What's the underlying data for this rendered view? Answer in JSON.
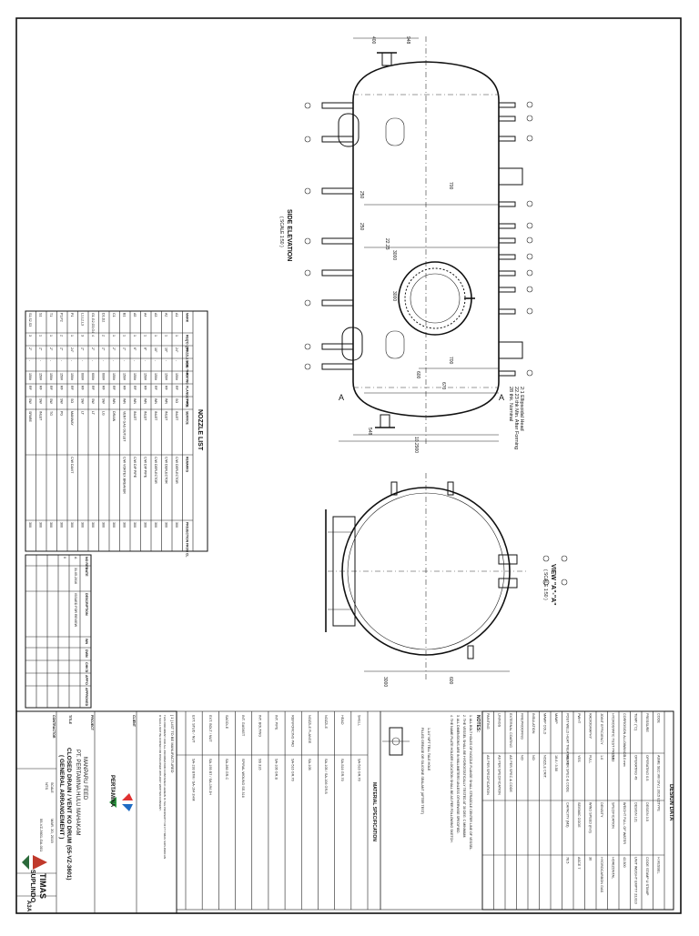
{
  "views": {
    "side_elevation": "SIDE ELEVATION",
    "side_scale": "( SCALE 1:50 )",
    "view_aa": "VIEW \"A\"-\"A\"",
    "view_scale": "( SCALE 1:50 )"
  },
  "head_notes": [
    "2:1 Ellipsoidal Head",
    "22.23 thk Min. After Forming",
    "28 thk. Nominal"
  ],
  "dims": {
    "overall": "10.2900",
    "d_400": "400",
    "d_948": "948",
    "d_250a": "250",
    "d_250b": "250",
    "d_700a": "700",
    "d_700b": "700",
    "d_3000a": "3000",
    "d_3000b": "3000",
    "d_600": "600",
    "d_670": "670",
    "d_2223": "22.23",
    "d_548": "548",
    "d_3000c": "3000",
    "d_600b": "600"
  },
  "nozzle_list": {
    "title": "NOZZLE LIST",
    "headers": [
      "MARK",
      "REQ'D QTY",
      "NOZZLE SIZE",
      "SCH./ THK.",
      "RATING",
      "FLANGE FACE",
      "TYPE",
      "SERVICE",
      "REMARKS",
      "PROJECTION FROM CL"
    ],
    "rows": [
      [
        "A1",
        "1",
        "24\"",
        "-",
        "150#",
        "RF",
        "SO",
        "INLET",
        "C/W DEFLECTOR",
        "300"
      ],
      [
        "A2",
        "1",
        "10\"",
        "-",
        "150#",
        "RF",
        "WN",
        "INLET",
        "C/W DEFLECTOR",
        "300"
      ],
      [
        "A3",
        "1",
        "10\"",
        "-",
        "150#",
        "RF",
        "WN",
        "INLET",
        "C/W DEFLECTOR",
        "300"
      ],
      [
        "A4",
        "1",
        "8\"",
        "-",
        "150#",
        "RF",
        "WN",
        "INLET",
        "C/W DIP PIPE",
        "300"
      ],
      [
        "A5",
        "1",
        "6\"",
        "-",
        "150#",
        "RF",
        "WN",
        "INLET",
        "C/W DIP PIPE",
        "300"
      ],
      [
        "B1",
        "1",
        "2\"",
        "-",
        "150#",
        "RF",
        "WN",
        "VENT GAS OUTLET",
        "C/W VORTEX BREAKER",
        "300"
      ],
      [
        "C1",
        "1",
        "2\"",
        "-",
        "150#",
        "RF",
        "WN",
        "DRAIN",
        "",
        "300"
      ],
      [
        "D1,D2",
        "2",
        "2\"",
        "-",
        "600#",
        "RF",
        "SW",
        "LG",
        "",
        "300"
      ],
      [
        "G1,G2,G3,G4",
        "4",
        "2\"",
        "-",
        "600#",
        "RF",
        "SW",
        "LT",
        "",
        "300"
      ],
      [
        "L1,L2,L3",
        "3",
        "2\"",
        "-",
        "600#",
        "RF",
        "SW",
        "LT",
        "",
        "300"
      ],
      [
        "P1",
        "1",
        "24\"",
        "-",
        "150#",
        "RF",
        "SO",
        "MANWAY",
        "C/W DAVIT",
        "300"
      ],
      [
        "P1,P2",
        "2",
        "2\"",
        "-",
        "150#",
        "RF",
        "SW",
        "PG",
        "",
        "300"
      ],
      [
        "T1",
        "1",
        "2\"",
        "-",
        "150#",
        "RF",
        "SW",
        "TG",
        "",
        "300"
      ],
      [
        "S1",
        "1",
        "2\"",
        "-",
        "150#",
        "RF",
        "SW",
        "INLET",
        "",
        "300"
      ],
      [
        "S1,S2,S3",
        "3",
        "2\"",
        "-",
        "150#",
        "RF",
        "SW",
        "SPARE",
        "",
        "300"
      ]
    ]
  },
  "design_data": {
    "title": "DESIGN DATA",
    "rows": [
      [
        "CODE",
        "ASME SEC.VIII DIV.1 2015 ED.",
        "TYPE",
        "H.VESSEL"
      ],
      [
        "PRESSURE",
        "OPERATING 0.5",
        "DESIGN 3.5",
        "CODE STAMP U STAMP"
      ],
      [
        "TEMP. (°C)",
        "OPERATING 49",
        "DESIGN 121",
        "UNIT WEIGHT EMPTY 22,810"
      ],
      [
        "CORROSION ALLOWANCE",
        "3.0 mm",
        "WEIGHT FULL OF WATER",
        "42,500"
      ],
      [
        "HYDROSTATIC TEST PRESS.",
        "5.63",
        "SPECIFICATION",
        "HORIZONTAL"
      ],
      [
        "JOINT EFFICIENCY",
        "1.0",
        "DENSITY",
        "HYDROCARBON GAS"
      ],
      [
        "RADIOGRAPHY",
        "FULL",
        "WIND SPEED (m/s)",
        "30"
      ],
      [
        "PWHT",
        "YES",
        "SEISMIC CODE",
        "ASCE 7"
      ],
      [
        "POST WELD HEAT TREATMENT",
        "AS PER SPEC & CODE",
        "CAPACITY (M3)",
        "78.5"
      ],
      [
        "MAWP",
        "18.6 / 3.50",
        "",
        ""
      ],
      [
        "MAWP COLD",
        "NOZZLE CRIT.",
        "",
        ""
      ],
      [
        "INSULATION",
        "NO",
        "",
        ""
      ],
      [
        "FIREPROOFING",
        "NO",
        "",
        ""
      ],
      [
        "EXTERNAL COATING",
        "AS PER SPEC & CODE",
        "",
        ""
      ],
      [
        "LININGS",
        "AS PER SPECIFICATION",
        "",
        ""
      ],
      [
        "PAINTING",
        "AS PER SPECIFICATION",
        "",
        ""
      ]
    ]
  },
  "notes": {
    "title": "NOTES:",
    "items": [
      "1. ALL BOLT HOLES OF NOZZLE FLANGE SHALL STRADDLE CENTER LINE OF VESSEL.",
      "2. THE VESSEL SHALL BE HYDROSTATICALLY TESTED AT 30 DEG. C MINIMUM.",
      "3. ALL DIMENSIONS ARE IN MILLIMETERS UNLESS OTHERWISE SPECIFIED.",
      "4. THE NAME PLATE HOLDER LOCATION SHALL BE AS PER FOLLOWING SKETCH."
    ],
    "nameplate": [
      "1-1/4\" NPT TELL TALE HOLE",
      "FILLED GREASE OR SILICONE SEALANT (AFTER TEST)"
    ]
  },
  "material_spec": {
    "title": "MATERIAL SPECIFICATION",
    "rows": [
      [
        "SHELL",
        "SA-516 GR.70"
      ],
      [
        "HEAD",
        "SA-516 GR.70"
      ],
      [
        "NOZZLE",
        "SA-105 / SA-106 GR.B"
      ],
      [
        "NOZZLE FLANGE",
        "SA-105"
      ],
      [
        "REINFORCING PAD",
        "SA-516 GR.70"
      ],
      [
        "INT. PIPE",
        "SA-106 GR.B"
      ],
      [
        "INT. BOLTING",
        "SS 316"
      ],
      [
        "INT. GASKET",
        "SPIRAL WOUND SS 316"
      ],
      [
        "SADDLE",
        "SA-283 GR.C"
      ],
      [
        "EXT. BOLT / NUT",
        "SA-193 B7 / SA-194 2H"
      ],
      [
        "EXT. STUD / NUT",
        "SA-193 B7M / SA-194 2HM"
      ]
    ]
  },
  "revisions": {
    "headers": [
      "NO REV",
      "DATE",
      "DESCRIPTION",
      "WN",
      "DWN",
      "CHK'D",
      "APP'D",
      "APPROVED"
    ],
    "rows": [
      [
        "A",
        "31.05.2016",
        "ISSUED FOR REVIEW",
        "",
        "",
        "",
        "",
        ""
      ],
      [
        "0",
        "",
        "",
        "",
        "",
        "",
        "",
        ""
      ]
    ]
  },
  "title_block": {
    "list_note": "[ 1 ] LIST TO BE MANUFACTURED",
    "property_note": "THIS DOCUMENT AND ALL INFORMATION CONTAINED HEREIN IS THE PROPERTY OF PT TIMAS SUPLINDO AND SHALL NOT BE COPIED OR DISCLOSED WITHOUT WRITTEN CONSENT.",
    "client_label": "CLIENT",
    "project_label": "PROJECT",
    "project": "MANPARU FEED",
    "project2": "PT. PERTAMINA HULU MAHAKAM",
    "title_label": "TITLE",
    "title1": "CLOSED DRAIN / VENT KO DRUM (55-VZ-3601)",
    "title2": "( GENERAL ARRANGEMENT )",
    "company": "TIMAS",
    "company2": "SUPLINDO",
    "client_logo": "PERTAMINA",
    "contractor_label": "CONTRACTOR",
    "scale_label": "SCALE",
    "scale": "NTS",
    "size": "A3",
    "rev": "A",
    "date": "MAR. 20, 2019",
    "doc_no": "55-VZ-3601-GA-001"
  }
}
